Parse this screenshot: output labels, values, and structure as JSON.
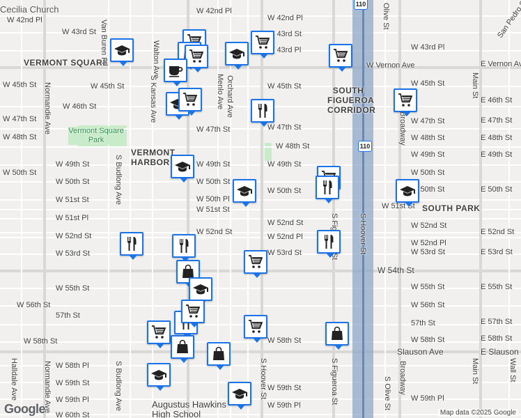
{
  "map": {
    "area_labels": [
      "VERMONT SQUARE",
      "SOUTH FIGUEROA CORRIDOR",
      "VERMONT HARBOR",
      "SOUTH PARK",
      "Vermont Square Park",
      "Augustus Hawkins High School"
    ],
    "church_label": "Cecilia Church",
    "streets_h": [
      "W 42nd Pl",
      "W 43rd St",
      "W 43rd Pl",
      "W Vernon Ave",
      "W 45th St",
      "W 46th St",
      "W 47th St",
      "W 48th St",
      "W 49th St",
      "W 50th St",
      "W 50th Pl",
      "W 51st St",
      "W 51st Pl",
      "W 52nd St",
      "W 52nd Pl",
      "W 53rd St",
      "W 54th St",
      "W 55th St",
      "W 56th St",
      "57th St",
      "W 58th St",
      "Slauson Ave",
      "W 58th Pl",
      "W 59th St",
      "W 59th Pl",
      "W 60th St",
      "E Vernon Ave",
      "E 46th St",
      "E 47th St",
      "E 48th St",
      "E 49th St",
      "E 50th St",
      "E 52nd St",
      "E 53rd St",
      "E 55th St",
      "E 57th St",
      "E 58th St",
      "E Slauson"
    ],
    "streets_v": [
      "Van Buren Pl",
      "Walton Ave",
      "S Kansas Ave",
      "Menlo Ave",
      "Orchard Ave",
      "S Budlong Ave",
      "Normandie Ave",
      "Halldale Ave",
      "S Hoover St",
      "S Figueroa St",
      "S Olive St",
      "Broadway",
      "Main St",
      "Wall St",
      "San Pedro St",
      "Olive St"
    ],
    "shields": [
      "110",
      "110"
    ],
    "attribution": "Map data ©2025 Google",
    "logo": "Google"
  },
  "pins": [
    {
      "type": "school-icon"
    },
    {
      "type": "shopping-cart-icon"
    },
    {
      "type": "shopping-bag-icon"
    },
    {
      "type": "shopping-cart-icon"
    },
    {
      "type": "coffee-icon"
    },
    {
      "type": "school-icon"
    },
    {
      "type": "shopping-cart-icon"
    },
    {
      "type": "shopping-cart-icon"
    },
    {
      "type": "restaurant-icon"
    },
    {
      "type": "shopping-cart-icon"
    },
    {
      "type": "shopping-cart-icon"
    },
    {
      "type": "school-icon"
    },
    {
      "type": "school-icon"
    },
    {
      "type": "shopping-cart-icon"
    },
    {
      "type": "restaurant-icon"
    },
    {
      "type": "school-icon"
    },
    {
      "type": "restaurant-icon"
    },
    {
      "type": "restaurant-icon"
    },
    {
      "type": "restaurant-icon"
    },
    {
      "type": "shopping-cart-icon"
    },
    {
      "type": "shopping-bag-icon"
    },
    {
      "type": "school-icon"
    },
    {
      "type": "shopping-cart-icon"
    },
    {
      "type": "restaurant-icon"
    },
    {
      "type": "shopping-cart-icon"
    },
    {
      "type": "shopping-cart-icon"
    },
    {
      "type": "shopping-bag-icon"
    },
    {
      "type": "shopping-bag-icon"
    },
    {
      "type": "shopping-bag-icon"
    },
    {
      "type": "school-icon"
    },
    {
      "type": "school-icon"
    }
  ],
  "colors": {
    "pin_border": "#1a73e8",
    "park": "#c8ecc9",
    "freeway": "#8fa8c8"
  }
}
